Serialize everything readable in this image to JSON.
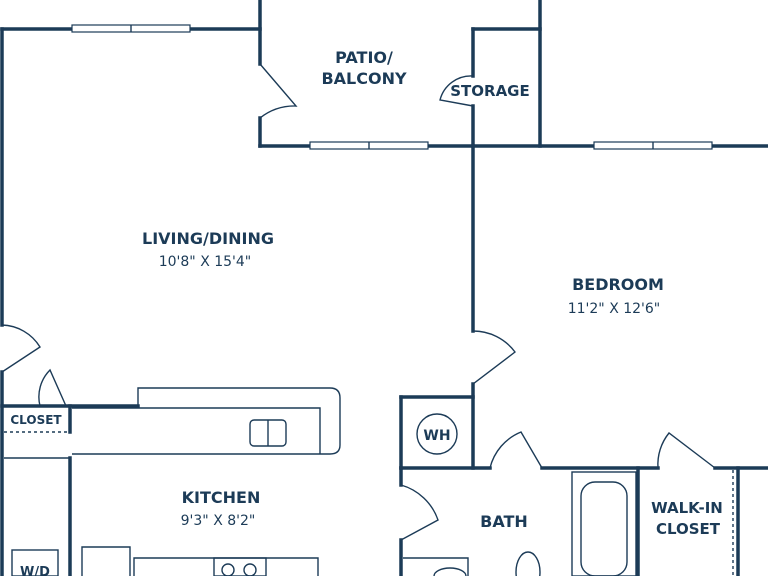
{
  "colors": {
    "ink": "#1c3b57",
    "background": "#ffffff"
  },
  "rooms": {
    "patio": {
      "line1": "PATIO/",
      "line2": "BALCONY"
    },
    "storage": {
      "name": "STORAGE"
    },
    "living": {
      "name": "LIVING/DINING",
      "dims": "10'8\" X 15'4\""
    },
    "bedroom": {
      "name": "BEDROOM",
      "dims": "11'2\" X 12'6\""
    },
    "closet": {
      "name": "CLOSET"
    },
    "water_heater": {
      "name": "WH"
    },
    "kitchen": {
      "name": "KITCHEN",
      "dims": "9'3\" X 8'2\""
    },
    "bath": {
      "name": "BATH"
    },
    "walkin": {
      "line1": "WALK-IN",
      "line2": "CLOSET"
    },
    "washer_dryer": {
      "name": "W/D"
    }
  }
}
